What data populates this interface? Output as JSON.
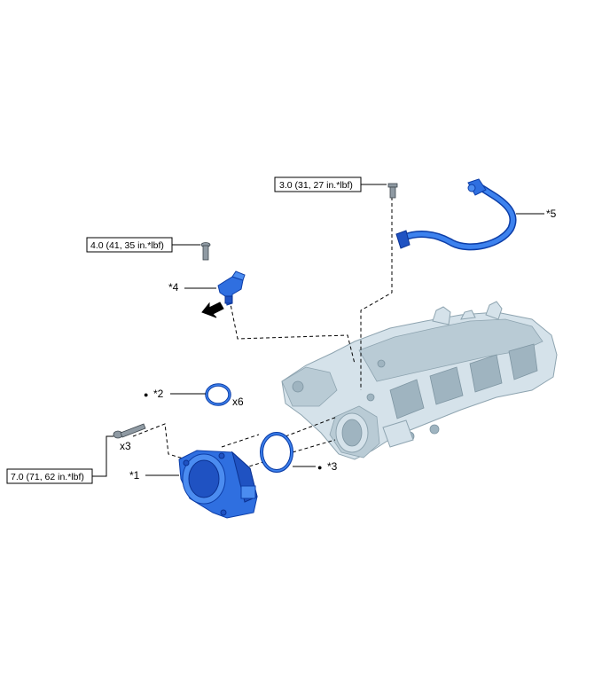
{
  "torque_specs": {
    "pipe_bolt": "3.0 (31, 27 in.*lbf)",
    "sensor_bolt": "4.0 (41, 35 in.*lbf)",
    "throttle_bolt": "7.0 (71, 62 in.*lbf)"
  },
  "callouts": {
    "sensor": "*4",
    "gasket_small": "*2",
    "throttle_body": "*1",
    "gasket_large": "*3",
    "hose": "*5"
  },
  "quantities": {
    "gasket_small": "x6",
    "throttle_bolt": "x3"
  },
  "markers": {
    "gasket_small": "●",
    "gasket_large": "●"
  },
  "colors": {
    "part_highlight": "#2f6fe0",
    "manifold": "#d5e2ea",
    "line": "#000000"
  },
  "icons": {
    "direction": "black-arrow-icon"
  }
}
